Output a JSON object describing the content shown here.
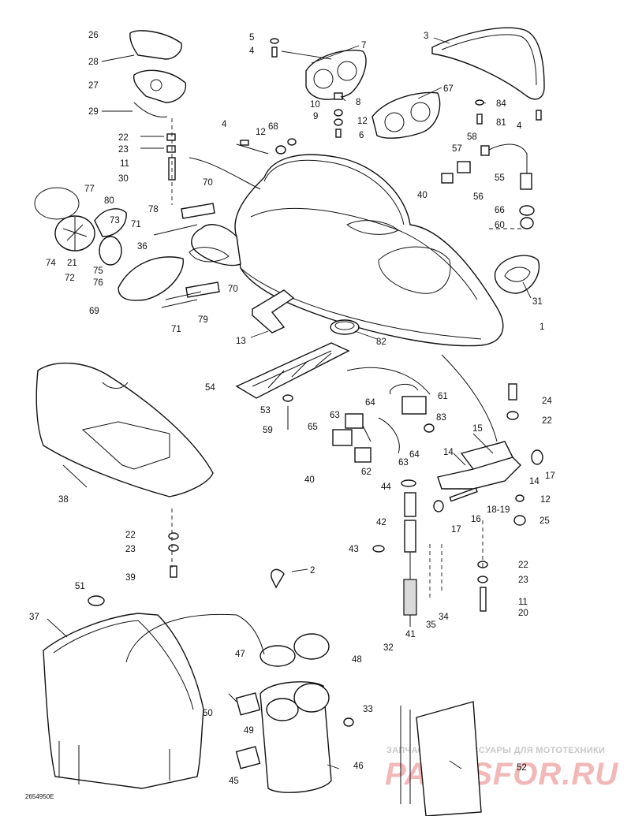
{
  "diagram_code": "2654950E",
  "watermark": {
    "line1": "ЗАПЧАСТИ И АКСЕССУАРЫ ДЛЯ МОТОТЕХНИКИ",
    "line2": "PARTSFOR.RU"
  },
  "colors": {
    "ink": "#111111",
    "watermark_red": "#f2b8b8",
    "watermark_grey": "#c8c8c8"
  },
  "callouts": [
    "1",
    "2",
    "3",
    "4",
    "5",
    "6",
    "7",
    "8",
    "9",
    "10",
    "11",
    "12",
    "13",
    "14",
    "15",
    "16",
    "17",
    "18-19",
    "20",
    "21",
    "22",
    "23",
    "24",
    "25",
    "26",
    "27",
    "28",
    "29",
    "30",
    "31",
    "32",
    "33",
    "34",
    "35",
    "36",
    "37",
    "38",
    "39",
    "40",
    "41",
    "42",
    "43",
    "44",
    "45",
    "46",
    "47",
    "48",
    "49",
    "50",
    "51",
    "52",
    "53",
    "54",
    "55",
    "56",
    "57",
    "58",
    "59",
    "60",
    "61",
    "62",
    "63",
    "64",
    "65",
    "66",
    "67",
    "68",
    "69",
    "70",
    "71",
    "72",
    "73",
    "74",
    "75",
    "76",
    "77",
    "78",
    "79",
    "80",
    "81",
    "82",
    "83",
    "84"
  ]
}
